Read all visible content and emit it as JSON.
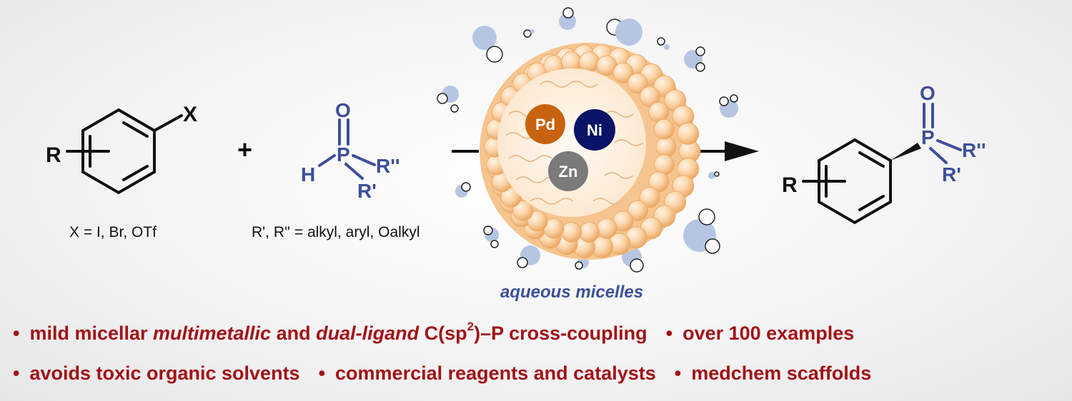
{
  "reactant1": {
    "substituent": "R",
    "leaving_group": "X",
    "caption": "X = I, Br, OTf"
  },
  "plus_sign": "+",
  "reactant2": {
    "oxygen": "O",
    "phosphorus": "P",
    "hydrogen": "H",
    "r_double_prime": "R''",
    "r_prime": "R'",
    "caption": "R', R'' = alkyl, aryl, Oalkyl"
  },
  "micelle": {
    "metals": [
      "Pd",
      "Ni",
      "Zn"
    ],
    "label": "aqueous micelles"
  },
  "product": {
    "oxygen": "O",
    "phosphorus": "P",
    "r_double_prime": "R''",
    "r_prime": "R'",
    "substituent": "R"
  },
  "bullets": {
    "b1_pre": "mild micellar ",
    "b1_em1": "multimetallic",
    "b1_mid": " and ",
    "b1_em2": "dual-ligand",
    "b1_post_a": " C(sp",
    "b1_sup": "2",
    "b1_post_b": ")–P cross-coupling",
    "b2": "over 100 examples",
    "b3": "avoids toxic organic solvents",
    "b4": "commercial reagents and catalysts",
    "b5": "medchem scaffolds"
  },
  "colors": {
    "blue": "#3d4f9a",
    "red": "#a11218",
    "pd": "#c8620f",
    "ni": "#0a1466",
    "zn": "#7a7a7a"
  }
}
